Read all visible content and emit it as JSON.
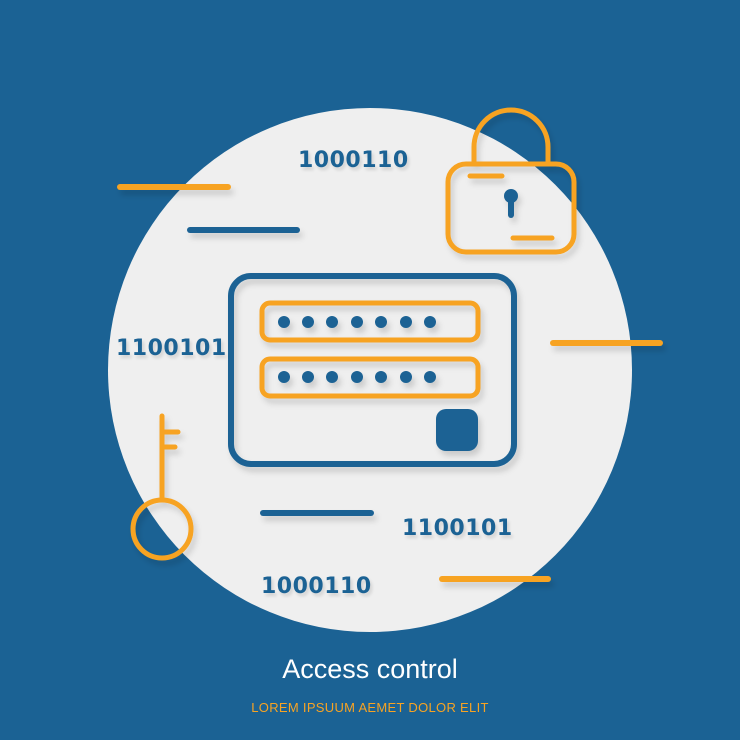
{
  "title": "Access control",
  "subtitle": "LOREM IPSUUM AEMET DOLOR ELIT",
  "binary_labels": [
    "1000110",
    "1100101",
    "1100101",
    "1000110"
  ],
  "colors": {
    "background": "#1b6294",
    "circle": "#efefef",
    "accent_orange": "#f7a323",
    "accent_blue": "#1b6294"
  },
  "icons": [
    "padlock-icon",
    "key-icon",
    "login-card-icon",
    "password-dots-icon"
  ]
}
